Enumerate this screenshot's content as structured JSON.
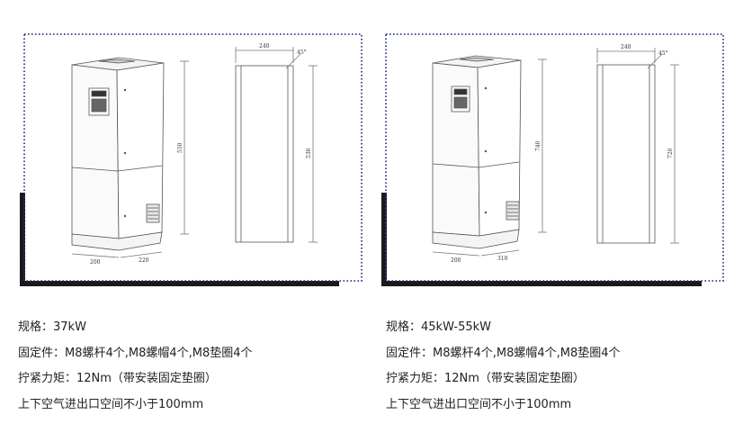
{
  "panels": [
    {
      "id": "left",
      "dims": {
        "top_width": "240",
        "angle": "45°",
        "front_height": "550",
        "side_height": "530",
        "base_width": "200",
        "base_depth": "220"
      },
      "specs": {
        "power": "规格：37kW",
        "fasteners": "固定件：M8螺杆4个,M8螺帽4个,M8垫圈4个",
        "torque": "拧紧力矩：12Nm（带安装固定垫圈）",
        "clearance": "上下空气进出口空间不小于100mm"
      }
    },
    {
      "id": "right",
      "dims": {
        "top_width": "240",
        "angle": "45°",
        "front_height": "740",
        "side_height": "720",
        "base_width": "200",
        "base_depth": "310"
      },
      "specs": {
        "power": "规格：45kW-55kW",
        "fasteners": "固定件：M8螺杆4个,M8螺帽4个,M8垫圈4个",
        "torque": "拧紧力矩：12Nm（带安装固定垫圈）",
        "clearance": "上下空气进出口空间不小于100mm"
      }
    }
  ],
  "colors": {
    "frame_dots": "#2b3a8c",
    "frame_shadow": "#1a1a1a",
    "line": "#555555"
  }
}
